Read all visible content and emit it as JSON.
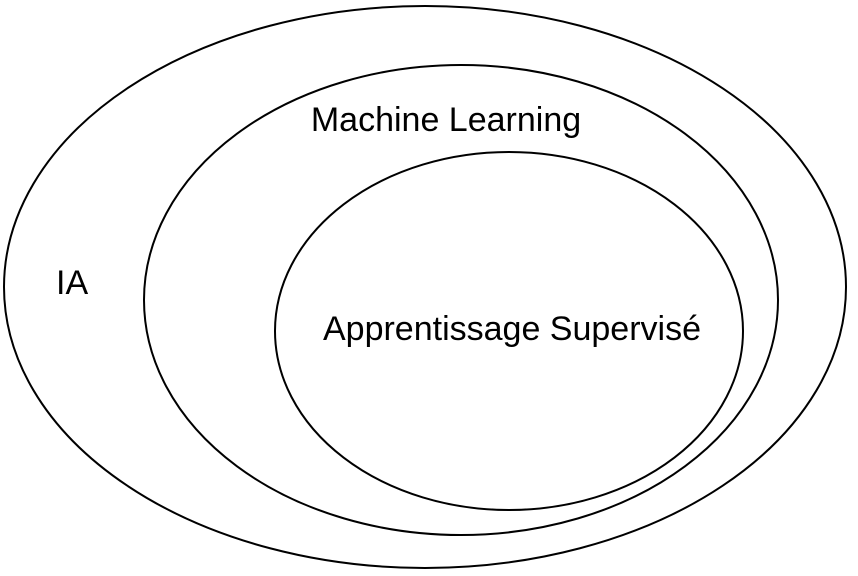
{
  "diagram": {
    "sets": [
      {
        "id": "ia",
        "label": "IA"
      },
      {
        "id": "machine-learning",
        "label": "Machine Learning"
      },
      {
        "id": "apprentissage-supervise",
        "label": "Apprentissage Supervisé"
      }
    ],
    "colors": {
      "stroke": "#000000",
      "background": "#ffffff"
    }
  }
}
